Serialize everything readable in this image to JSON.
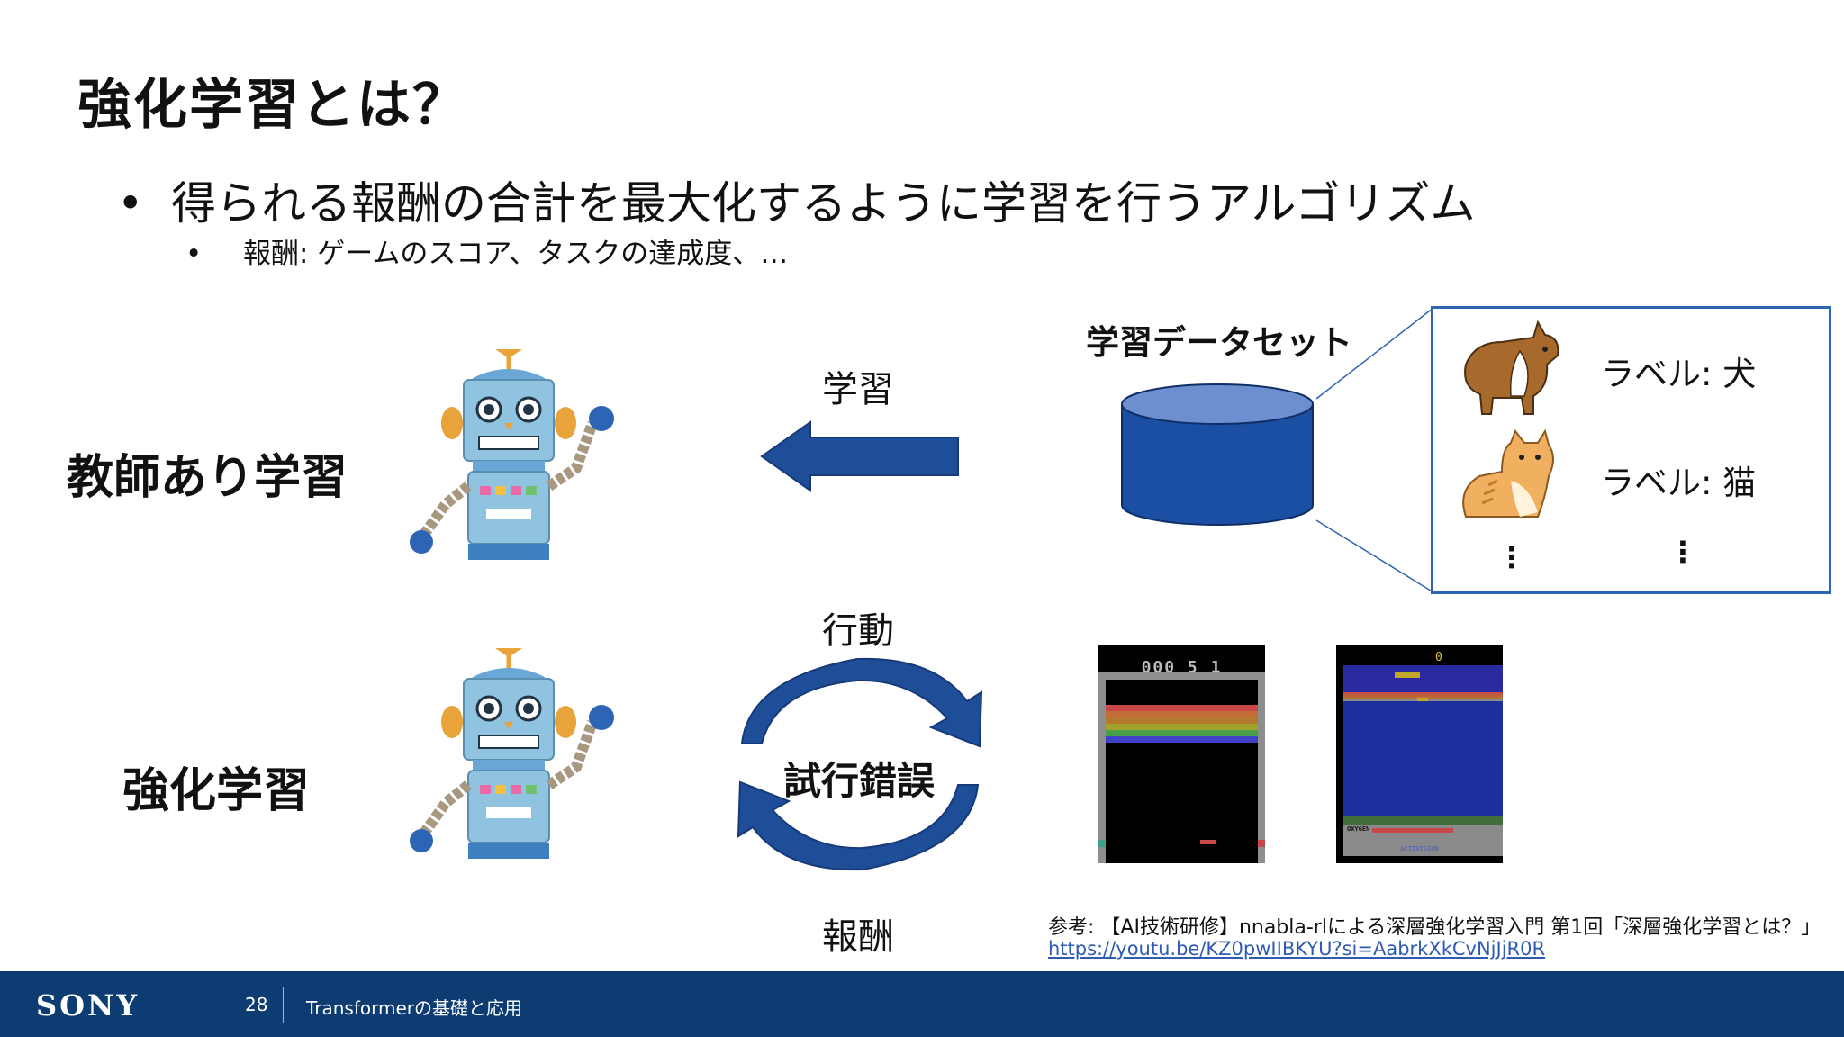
{
  "slide": {
    "title": "強化学習とは？",
    "bullet_main": "得られる報酬の合計を最大化するように学習を行うアルゴリズム",
    "bullet_sub": "報酬: ゲームのスコア、タスクの達成度、…",
    "bullet_symbol": "•"
  },
  "supervised": {
    "row_label": "教師あり学習",
    "arrow_label": "学習",
    "dataset_label": "学習データセット",
    "dog_label": "ラベル: 犬",
    "cat_label": "ラベル: 猫",
    "ellipsis": "⋮"
  },
  "reinforcement": {
    "row_label": "強化学習",
    "action_label": "行動",
    "center_label": "試行錯誤",
    "reward_label": "報酬",
    "game1_score": "000 5 1",
    "game2_score": "0",
    "game2_oxygen": "OXYGEN",
    "game2_brand": "ACTIVISION"
  },
  "reference": {
    "text": "参考: 【AI技術研修】nnabla-rlによる深層強化学習入門 第1回「深層強化学習とは？」",
    "url": "https://youtu.be/KZ0pwIIBKYU?si=AabrkXkCvNjJjR0R"
  },
  "footer": {
    "brand": "SONY",
    "page_number": "28",
    "title": "Transformerの基礎と応用"
  },
  "colors": {
    "footer_bg": "#0d3c73",
    "arrow_blue": "#1f4e99",
    "cylinder_blue": "#1b4fa3",
    "link_blue": "#2f5bb5"
  }
}
